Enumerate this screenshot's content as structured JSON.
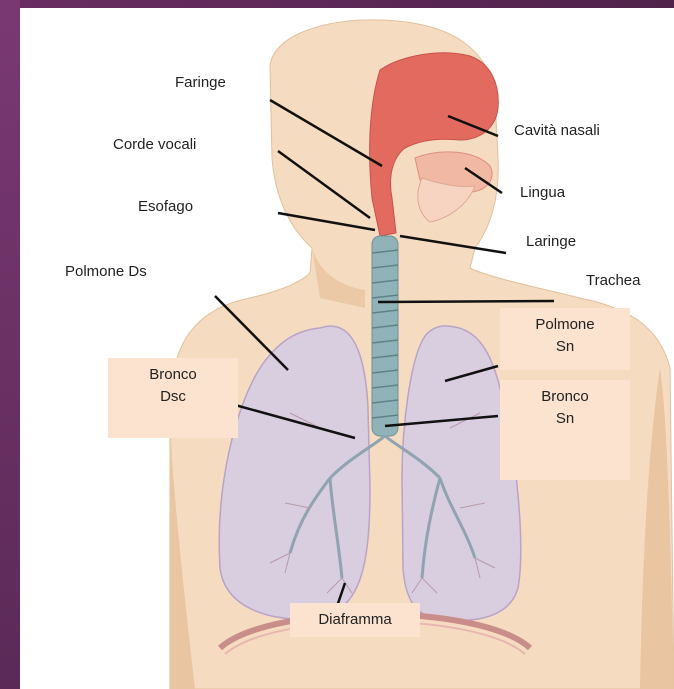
{
  "colors": {
    "frame_purple": "#5b2a57",
    "skin": "#f5dcc0",
    "skin_shadow": "#e9c5a2",
    "airway_red": "#e36a5f",
    "lung_lilac": "#d9cde0",
    "trachea_teal": "#8fb3b8",
    "label_box": "#fbe3cf"
  },
  "labels": {
    "faringe": "Faringe",
    "corde_vocali": "Corde vocali",
    "esofago": "Esofago",
    "polmone_ds": "Polmone Ds",
    "cavita_nasali": "Cavità nasali",
    "lingua": "Lingua",
    "laringe": "Laringe",
    "trachea": "Trachea",
    "polmone_sn_1": "Polmone",
    "polmone_sn_2": "Sn",
    "bronco_dsc_1": "Bronco",
    "bronco_dsc_2": "Dsc",
    "bronco_sn_1": "Bronco",
    "bronco_sn_2": "Sn",
    "diaframma": "Diaframma"
  }
}
